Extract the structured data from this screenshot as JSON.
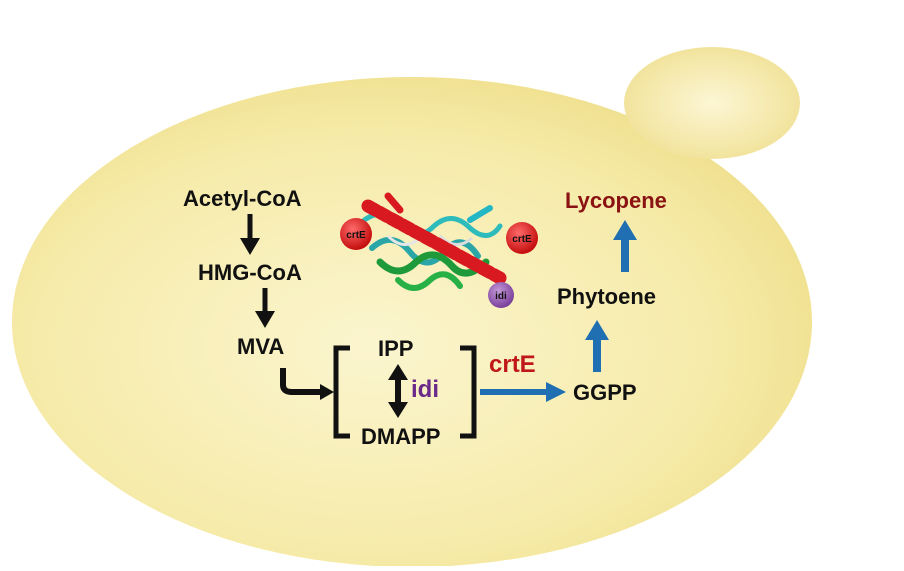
{
  "colors": {
    "cell_fill": "#f7eeae",
    "cell_edge": "#e8d67a",
    "text": "#111111",
    "enzyme_red": "#c01818",
    "idi_purple": "#6a2a8a",
    "product_red": "#8a1212",
    "arrow_blue": "#1f6fb2",
    "arrow_black": "#111111"
  },
  "pathway": {
    "acetyl_coa": "Acetyl-CoA",
    "hmg_coa": "HMG-CoA",
    "mva": "MVA",
    "ipp": "IPP",
    "dmapp": "DMAPP",
    "ggpp": "GGPP",
    "phytoene": "Phytoene",
    "lycopene": "Lycopene"
  },
  "enzymes": {
    "idi": "idi",
    "crte": "crtE"
  },
  "protein_model": {
    "badges": [
      {
        "label": "crtE",
        "icon": "red-sphere"
      },
      {
        "label": "crtE",
        "icon": "red-sphere"
      },
      {
        "label": "idi",
        "icon": "purple-sphere"
      }
    ]
  }
}
